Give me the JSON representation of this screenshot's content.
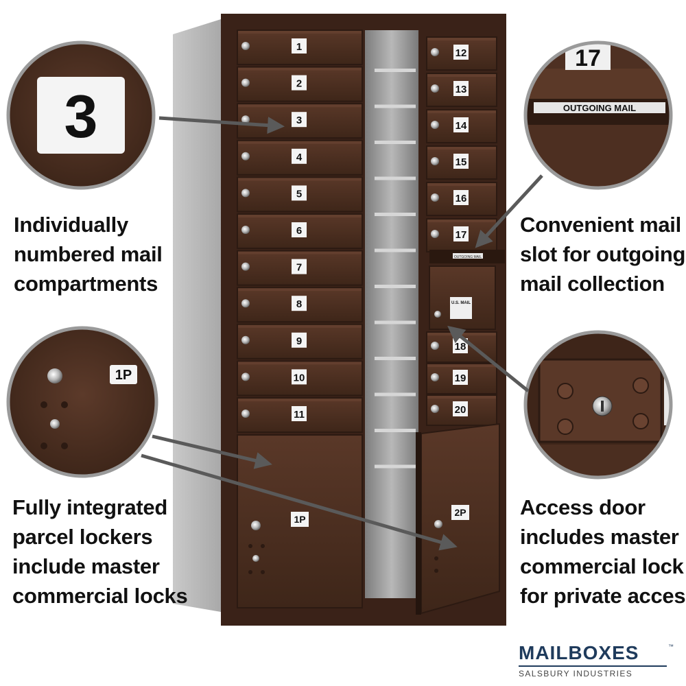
{
  "left_compartments": [
    "1",
    "2",
    "3",
    "4",
    "5",
    "6",
    "7",
    "8",
    "9",
    "10",
    "11"
  ],
  "right_compartments": [
    "12",
    "13",
    "14",
    "15",
    "16",
    "17"
  ],
  "lower_right_compartments": [
    "18",
    "19",
    "20"
  ],
  "parcel_lockers": [
    "1P",
    "2P"
  ],
  "outgoing_slot_label": "OUTGOING MAIL",
  "usmail_label": "U.S. MAIL",
  "callouts": {
    "numbered": {
      "zoom_number": "3",
      "lines": [
        "Individually",
        "numbered mail",
        "compartments"
      ]
    },
    "outgoing": {
      "zoom_number": "17",
      "zoom_label": "OUTGOING MAIL",
      "lines": [
        "Convenient mail",
        "slot for outgoing",
        "mail collection"
      ]
    },
    "parcel": {
      "zoom_label": "1P",
      "lines": [
        "Fully integrated",
        "parcel lockers",
        "include master",
        "commercial locks"
      ]
    },
    "access": {
      "lines": [
        "Access door",
        "includes master",
        "commercial lock",
        "for private access"
      ]
    }
  },
  "brand": {
    "name": "MAILBOXES",
    "tm": "™",
    "tagline": "SALSBURY INDUSTRIES"
  },
  "colors": {
    "bronze": "#4a2d21",
    "bronze_dark": "#2c1a12",
    "bronze_light": "#6b4534",
    "label_white": "#f4f4f4",
    "brand_blue": "#1f3b5c",
    "arrow": "#5a5a5a"
  }
}
